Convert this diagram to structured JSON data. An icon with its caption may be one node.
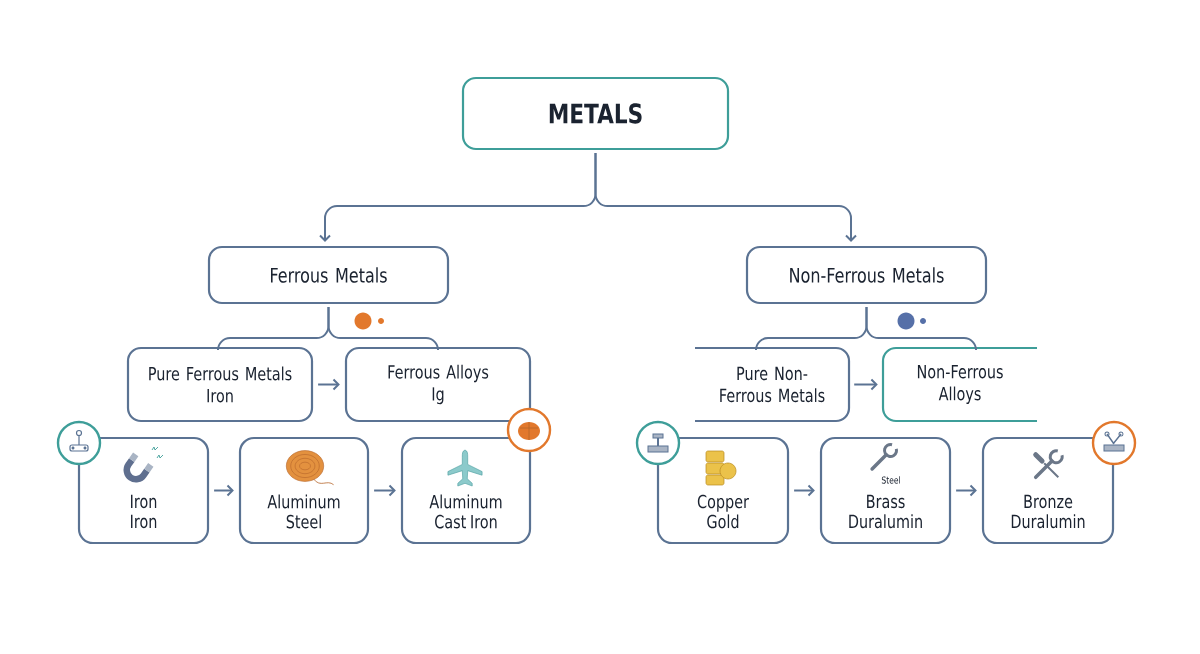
{
  "diagram": {
    "nodes": [
      {
        "text": [
          "METALS"
        ]
      },
      {
        "text": [
          "Ferrous Metals"
        ]
      },
      {
        "text": [
          "Non-Ferrous Metals"
        ]
      },
      {
        "text": [
          "Pure Ferrous Metals",
          "Iron"
        ]
      },
      {
        "text": [
          "Ferrous Alloys",
          "Ig"
        ]
      },
      {
        "text": [
          "Pure Non-Ferrous Metals"
        ]
      },
      {
        "text": [
          "Non-Ferrous Alloys"
        ]
      },
      {
        "text": [
          "Iron",
          "Iron"
        ]
      },
      {
        "text": [
          "Aluminum",
          "Steel"
        ]
      },
      {
        "text": [
          "Aluminum",
          "Cast Iron"
        ]
      },
      {
        "text": [
          "Copper",
          "Gold"
        ]
      },
      {
        "text": [
          "Steel",
          "Brass",
          "Duralumin"
        ]
      },
      {
        "text": [
          "Bronze",
          "Duralumin"
        ]
      }
    ],
    "edges": [
      {
        "from": 0,
        "to": 1,
        "arrow": "to"
      },
      {
        "from": 0,
        "to": 2,
        "arrow": "to"
      },
      {
        "from": 1,
        "to": 3,
        "arrow": "none"
      },
      {
        "from": 1,
        "to": 4,
        "arrow": "none"
      },
      {
        "from": 2,
        "to": 5,
        "arrow": "none"
      },
      {
        "from": 2,
        "to": 6,
        "arrow": "none"
      },
      {
        "from": 3,
        "to": 4,
        "arrow": "to"
      },
      {
        "from": 5,
        "to": 6,
        "arrow": "to"
      },
      {
        "from": 7,
        "to": 8,
        "arrow": "to"
      },
      {
        "from": 8,
        "to": 9,
        "arrow": "to"
      },
      {
        "from": 10,
        "to": 11,
        "arrow": "to"
      },
      {
        "from": 11,
        "to": 12,
        "arrow": "to"
      }
    ]
  }
}
